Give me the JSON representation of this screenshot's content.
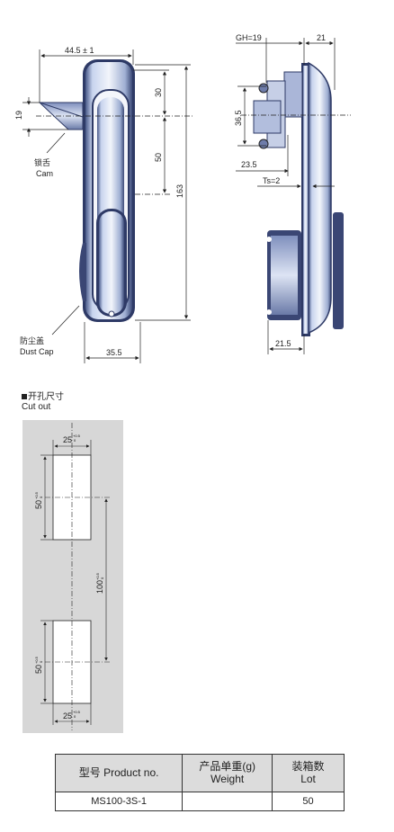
{
  "front_view": {
    "dim_width_top": "44.5 ± 1",
    "dim_19": "19",
    "dim_30": "30",
    "dim_50": "50",
    "dim_163": "163",
    "dim_35_5": "35.5",
    "cam_label_cn": "锁舌",
    "cam_label_en": "Cam",
    "dust_cap_cn": "防尘盖",
    "dust_cap_en": "Dust Cap"
  },
  "side_view": {
    "dim_gh": "GH=19",
    "dim_21": "21",
    "dim_36_5": "36.5",
    "dim_23_5": "23.5",
    "dim_ts": "Ts=2",
    "dim_21_5": "21.5"
  },
  "cutout": {
    "title_cn": "开孔尺寸",
    "title_en": "Cut out",
    "width_top": "25",
    "width_top_tol": "+0.5",
    "width_top_tol2": "0",
    "height_upper": "50",
    "height_upper_tol": "+0.5",
    "height_upper_tol2": "0",
    "pitch": "100",
    "pitch_tol": "+0.5",
    "pitch_tol2": "0",
    "height_lower": "50",
    "height_lower_tol": "+0.5",
    "height_lower_tol2": "0",
    "width_bottom": "25",
    "width_bottom_tol": "+0.5",
    "width_bottom_tol2": "0"
  },
  "table": {
    "headers": [
      {
        "cn": "型号 Product no.",
        "en": ""
      },
      {
        "cn": "产品单重(g)",
        "en": "Weight"
      },
      {
        "cn": "装箱数",
        "en": "Lot"
      }
    ],
    "rows": [
      {
        "product": "MS100-3S-1",
        "weight": "",
        "lot": "50"
      }
    ]
  }
}
